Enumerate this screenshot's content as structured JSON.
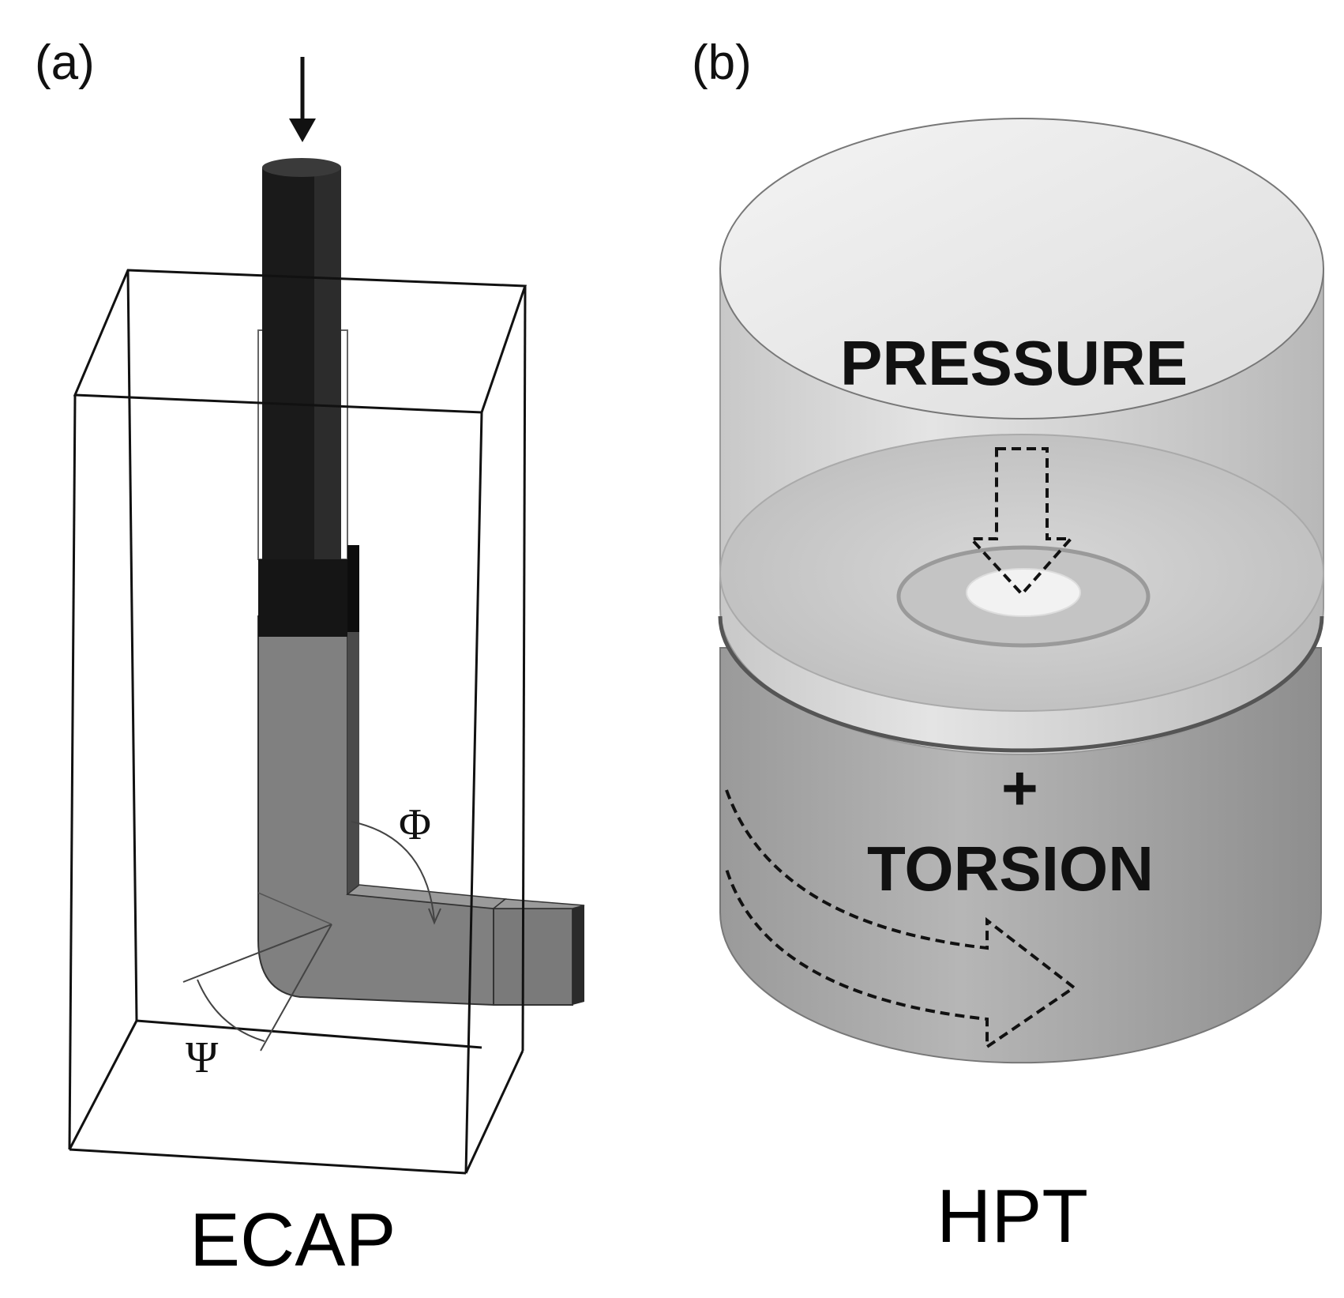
{
  "panel_a": {
    "letter": "(a)",
    "caption": "ECAP",
    "phi_symbol": "Φ",
    "psi_symbol": "Ψ"
  },
  "panel_b": {
    "letter": "(b)",
    "caption": "HPT",
    "pressure_label": "PRESSURE",
    "plus_label": "+",
    "torsion_label": "TORSION"
  }
}
